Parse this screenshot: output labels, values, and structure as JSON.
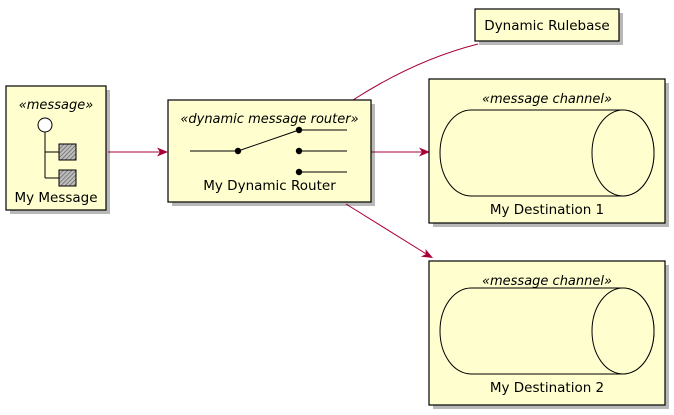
{
  "nodes": {
    "message": {
      "stereotype": "«message»",
      "label": "My Message"
    },
    "router": {
      "stereotype": "«dynamic message router»",
      "label": "My Dynamic Router"
    },
    "rulebase": {
      "label": "Dynamic Rulebase"
    },
    "destination1": {
      "stereotype": "«message channel»",
      "label": "My Destination 1"
    },
    "destination2": {
      "stereotype": "«message channel»",
      "label": "My Destination 2"
    }
  },
  "colors": {
    "node_fill": "#FEFECE",
    "edge": "#A80036",
    "border": "#000000"
  }
}
